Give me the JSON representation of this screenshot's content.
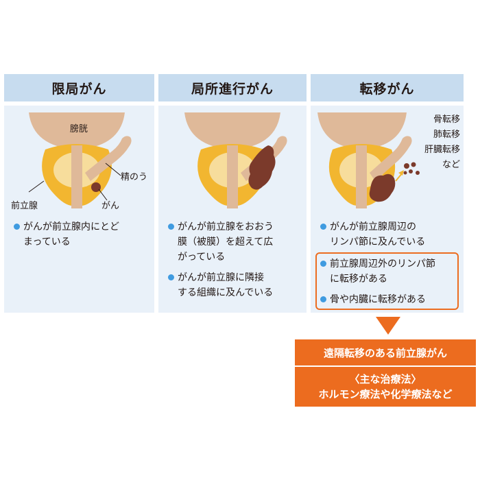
{
  "colors": {
    "header_bg": "#c7dcef",
    "panel_bg": "#e9f1f9",
    "bladder": "#dfb999",
    "prostate": "#f2b630",
    "prostate_inner": "#f7dd9c",
    "tumor": "#7b3a2b",
    "bullet": "#3f9be0",
    "accent": "#ec6c1f"
  },
  "columns": [
    {
      "title": "限局がん",
      "labels": {
        "bladder": "膀胱",
        "seminal": "精のう",
        "prostate": "前立腺",
        "cancer": "がん"
      },
      "bullets": [
        "がんが前立腺内にとど",
        "まっている"
      ]
    },
    {
      "title": "局所進行がん",
      "bullets": [
        [
          "がんが前立腺をおおう",
          "膜（被膜）を超えて広",
          "がっている"
        ],
        [
          "がんが前立腺に隣接",
          "する組織に及んでいる"
        ]
      ]
    },
    {
      "title": "転移がん",
      "meta": [
        "骨転移",
        "肺転移",
        "肝臓転移",
        "など"
      ],
      "bullets": [
        [
          "がんが前立腺周辺の",
          "リンパ節に及んでいる"
        ],
        [
          "前立腺周辺外のリンパ節",
          "に転移がある"
        ],
        [
          "骨や内臓に転移がある"
        ]
      ]
    }
  ],
  "result": {
    "title": "遠隔転移のある前立腺がん",
    "treatment_heading": "〈主な治療法〉",
    "treatment": "ホルモン療法や化学療法など"
  }
}
